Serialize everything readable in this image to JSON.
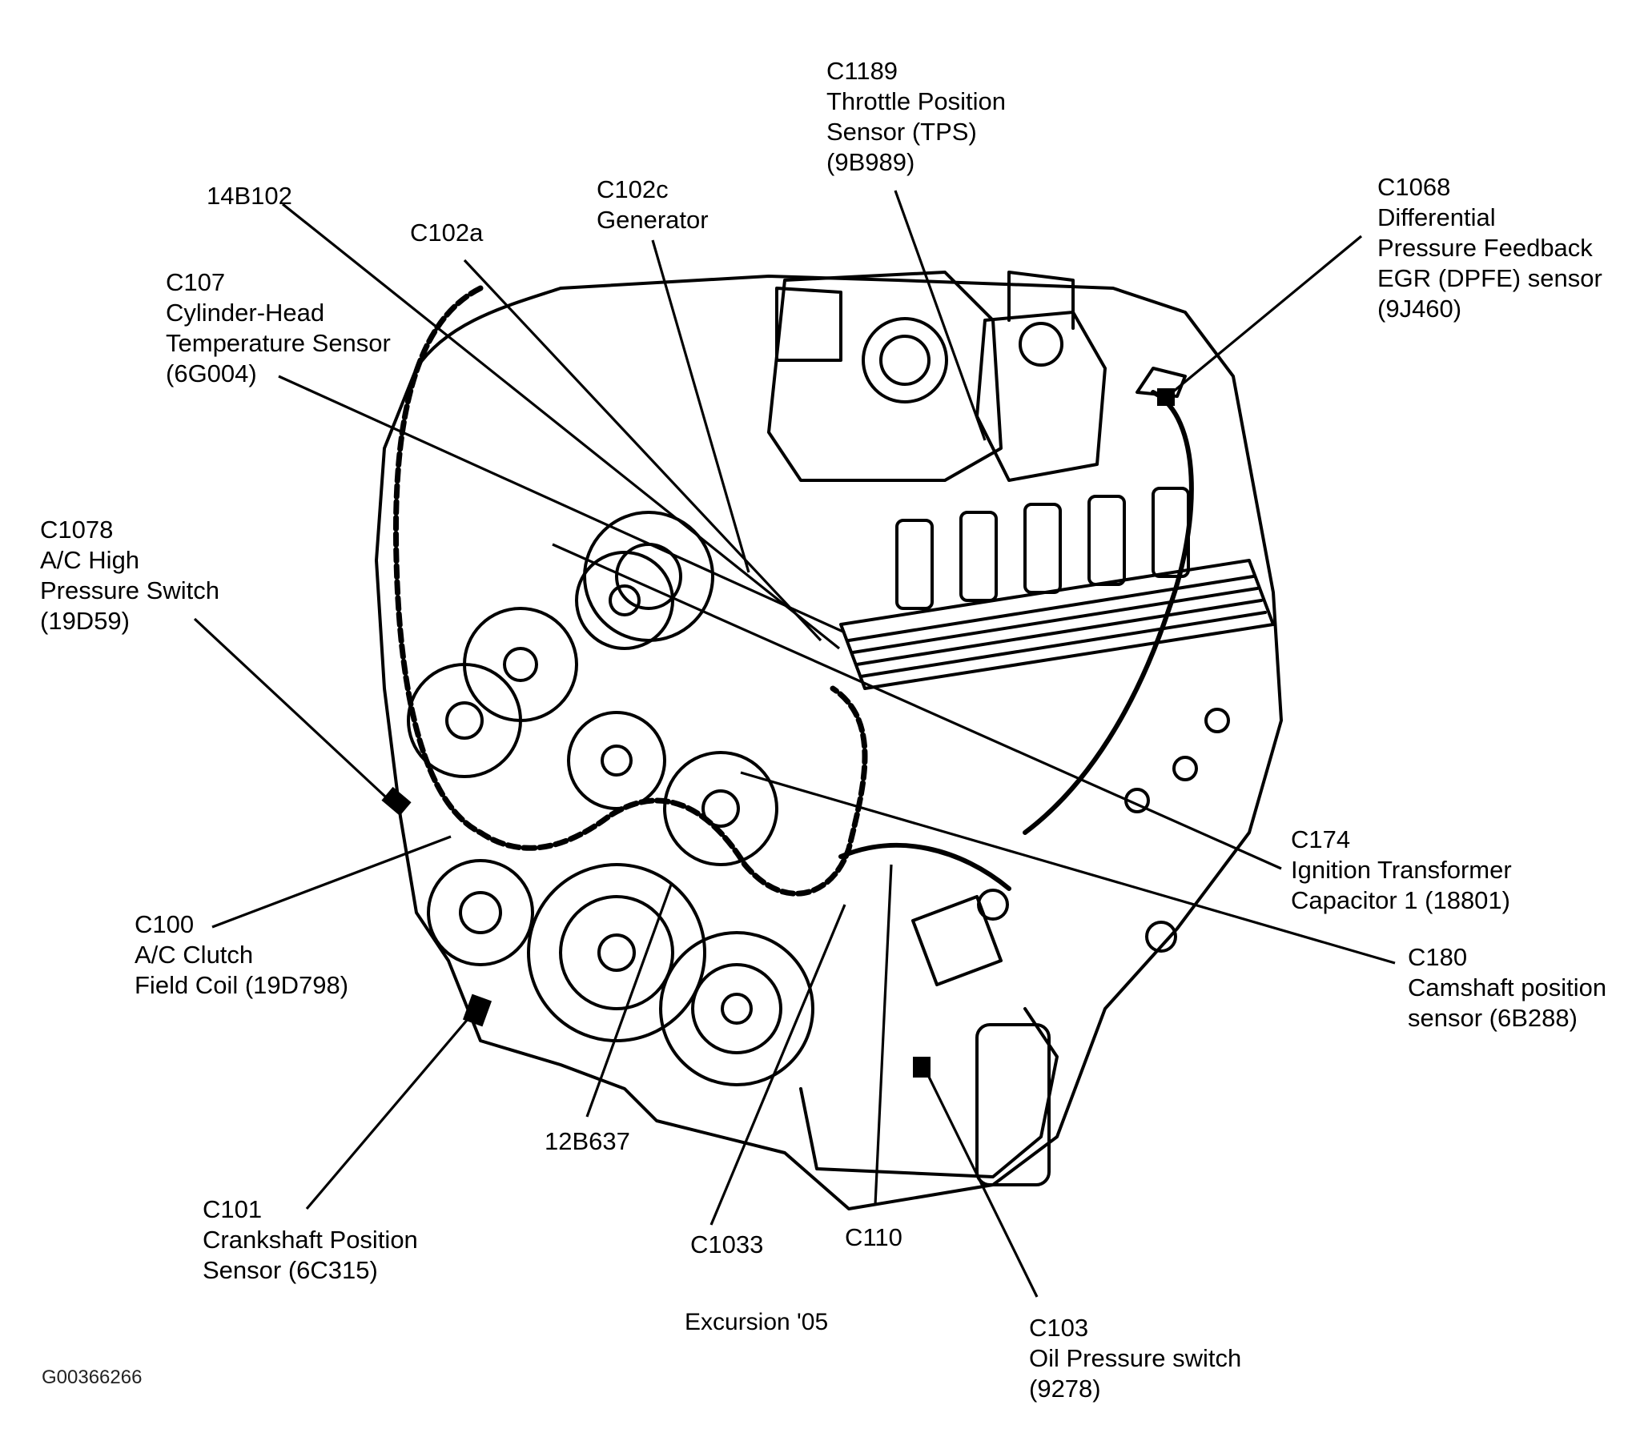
{
  "callouts": [
    {
      "id": "c1189",
      "lines": [
        "C1189",
        "Throttle Position",
        "Sensor (TPS)",
        "(9B989)"
      ]
    },
    {
      "id": "c1068",
      "lines": [
        "C1068",
        "Differential",
        "Pressure Feedback",
        "EGR (DPFE) sensor",
        "(9J460)"
      ]
    },
    {
      "id": "c102c",
      "lines": [
        "C102c",
        "Generator"
      ]
    },
    {
      "id": "b14b102",
      "lines": [
        "14B102"
      ]
    },
    {
      "id": "c102a",
      "lines": [
        "C102a"
      ]
    },
    {
      "id": "c107",
      "lines": [
        "C107",
        "Cylinder-Head",
        "Temperature Sensor",
        "(6G004)"
      ]
    },
    {
      "id": "c1078",
      "lines": [
        "C1078",
        "A/C High",
        "Pressure Switch",
        "(19D59)"
      ]
    },
    {
      "id": "c174",
      "lines": [
        "C174",
        "Ignition Transformer",
        "Capacitor 1 (18801)"
      ]
    },
    {
      "id": "c100",
      "lines": [
        "C100",
        "A/C Clutch",
        "Field Coil (19D798)"
      ]
    },
    {
      "id": "c180",
      "lines": [
        "C180",
        "Camshaft position",
        "sensor (6B288)"
      ]
    },
    {
      "id": "b12b637",
      "lines": [
        "12B637"
      ]
    },
    {
      "id": "c101",
      "lines": [
        "C101",
        "Crankshaft Position",
        "Sensor (6C315)"
      ]
    },
    {
      "id": "c1033",
      "lines": [
        "C1033"
      ]
    },
    {
      "id": "c110",
      "lines": [
        "C110"
      ]
    },
    {
      "id": "c103",
      "lines": [
        "C103",
        "Oil Pressure switch",
        "(9278)"
      ]
    }
  ],
  "caption": "Excursion '05",
  "figure_code": "G00366266"
}
